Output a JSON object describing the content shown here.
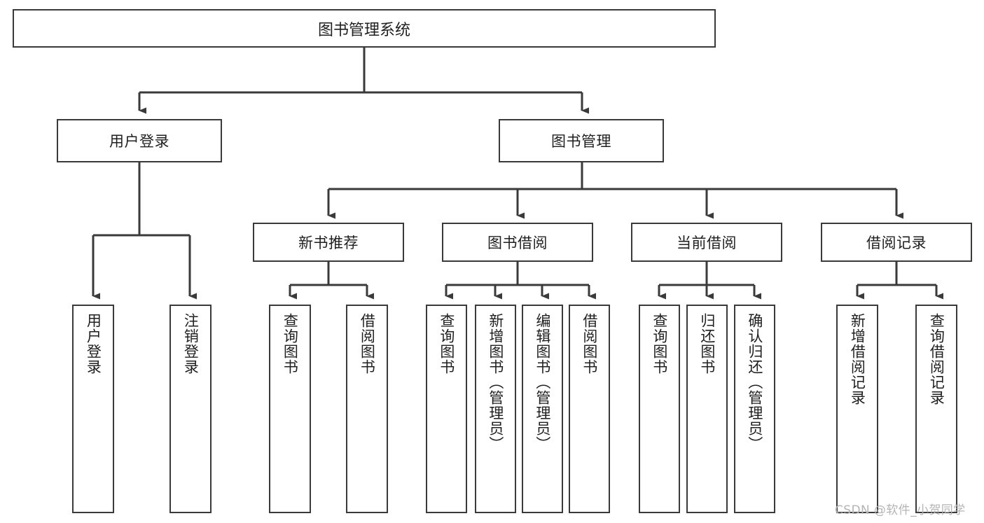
{
  "diagram": {
    "type": "tree-hierarchy",
    "title": "图书管理系统",
    "orientation": "top-down",
    "colors": {
      "box_border": "#3a3a3a",
      "box_fill": "#ffffff",
      "edge": "#3a3a3a",
      "text": "#1f1f1f",
      "watermark": "#b4b4b4",
      "background": "#ffffff"
    }
  },
  "root": {
    "label": "图书管理系统"
  },
  "level2": [
    {
      "label": "用户登录"
    },
    {
      "label": "图书管理"
    }
  ],
  "level3": [
    {
      "label": "新书推荐"
    },
    {
      "label": "图书借阅"
    },
    {
      "label": "当前借阅"
    },
    {
      "label": "借阅记录"
    }
  ],
  "leaves": [
    {
      "label": "用户登录",
      "parent": "用户登录"
    },
    {
      "label": "注销登录",
      "parent": "用户登录"
    },
    {
      "label": "查询图书",
      "parent": "新书推荐"
    },
    {
      "label": "借阅图书",
      "parent": "新书推荐"
    },
    {
      "label": "查询图书",
      "parent": "图书借阅"
    },
    {
      "label": "新增图书（管理员）",
      "parent": "图书借阅"
    },
    {
      "label": "编辑图书（管理员）",
      "parent": "图书借阅"
    },
    {
      "label": "借阅图书",
      "parent": "图书借阅"
    },
    {
      "label": "查询图书",
      "parent": "当前借阅"
    },
    {
      "label": "归还图书",
      "parent": "当前借阅"
    },
    {
      "label": "确认归还（管理员）",
      "parent": "当前借阅"
    },
    {
      "label": "新增借阅记录",
      "parent": "借阅记录"
    },
    {
      "label": "查询借阅记录",
      "parent": "借阅记录"
    }
  ],
  "watermark": {
    "text": "CSDN @软件_小贺同学"
  }
}
